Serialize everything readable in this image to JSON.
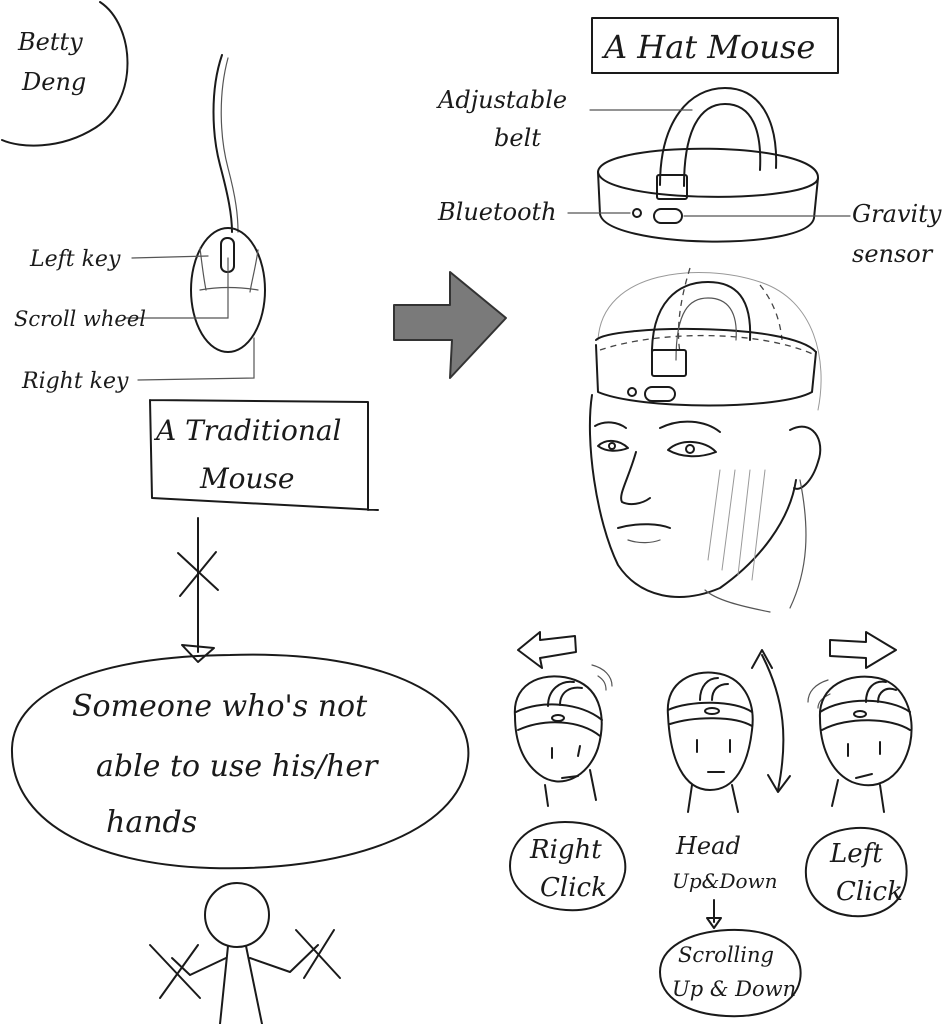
{
  "author": [
    "Betty",
    "Deng"
  ],
  "traditional": {
    "title": [
      "A Traditional",
      "Mouse"
    ],
    "labels": {
      "left_key": "Left key",
      "scroll_wheel": "Scroll wheel",
      "right_key": "Right key"
    }
  },
  "user": {
    "lines": [
      "Someone  who's not",
      "able to  use  his/her",
      "hands"
    ]
  },
  "hat": {
    "title": "A Hat Mouse",
    "labels": {
      "belt": [
        "Adjustable",
        "belt"
      ],
      "bluetooth": "Bluetooth",
      "gravity": [
        "Gravity",
        "sensor"
      ]
    }
  },
  "gestures": {
    "right_click": [
      "Right",
      "Click"
    ],
    "head_updown": [
      "Head",
      "Up&Down"
    ],
    "left_click": [
      "Left",
      "Click"
    ],
    "scrolling": [
      "Scrolling",
      "Up & Down"
    ]
  },
  "colors": {
    "ink": "#1a1a1a",
    "arrow_fill": "#7a7a7a",
    "background": "#ffffff"
  }
}
